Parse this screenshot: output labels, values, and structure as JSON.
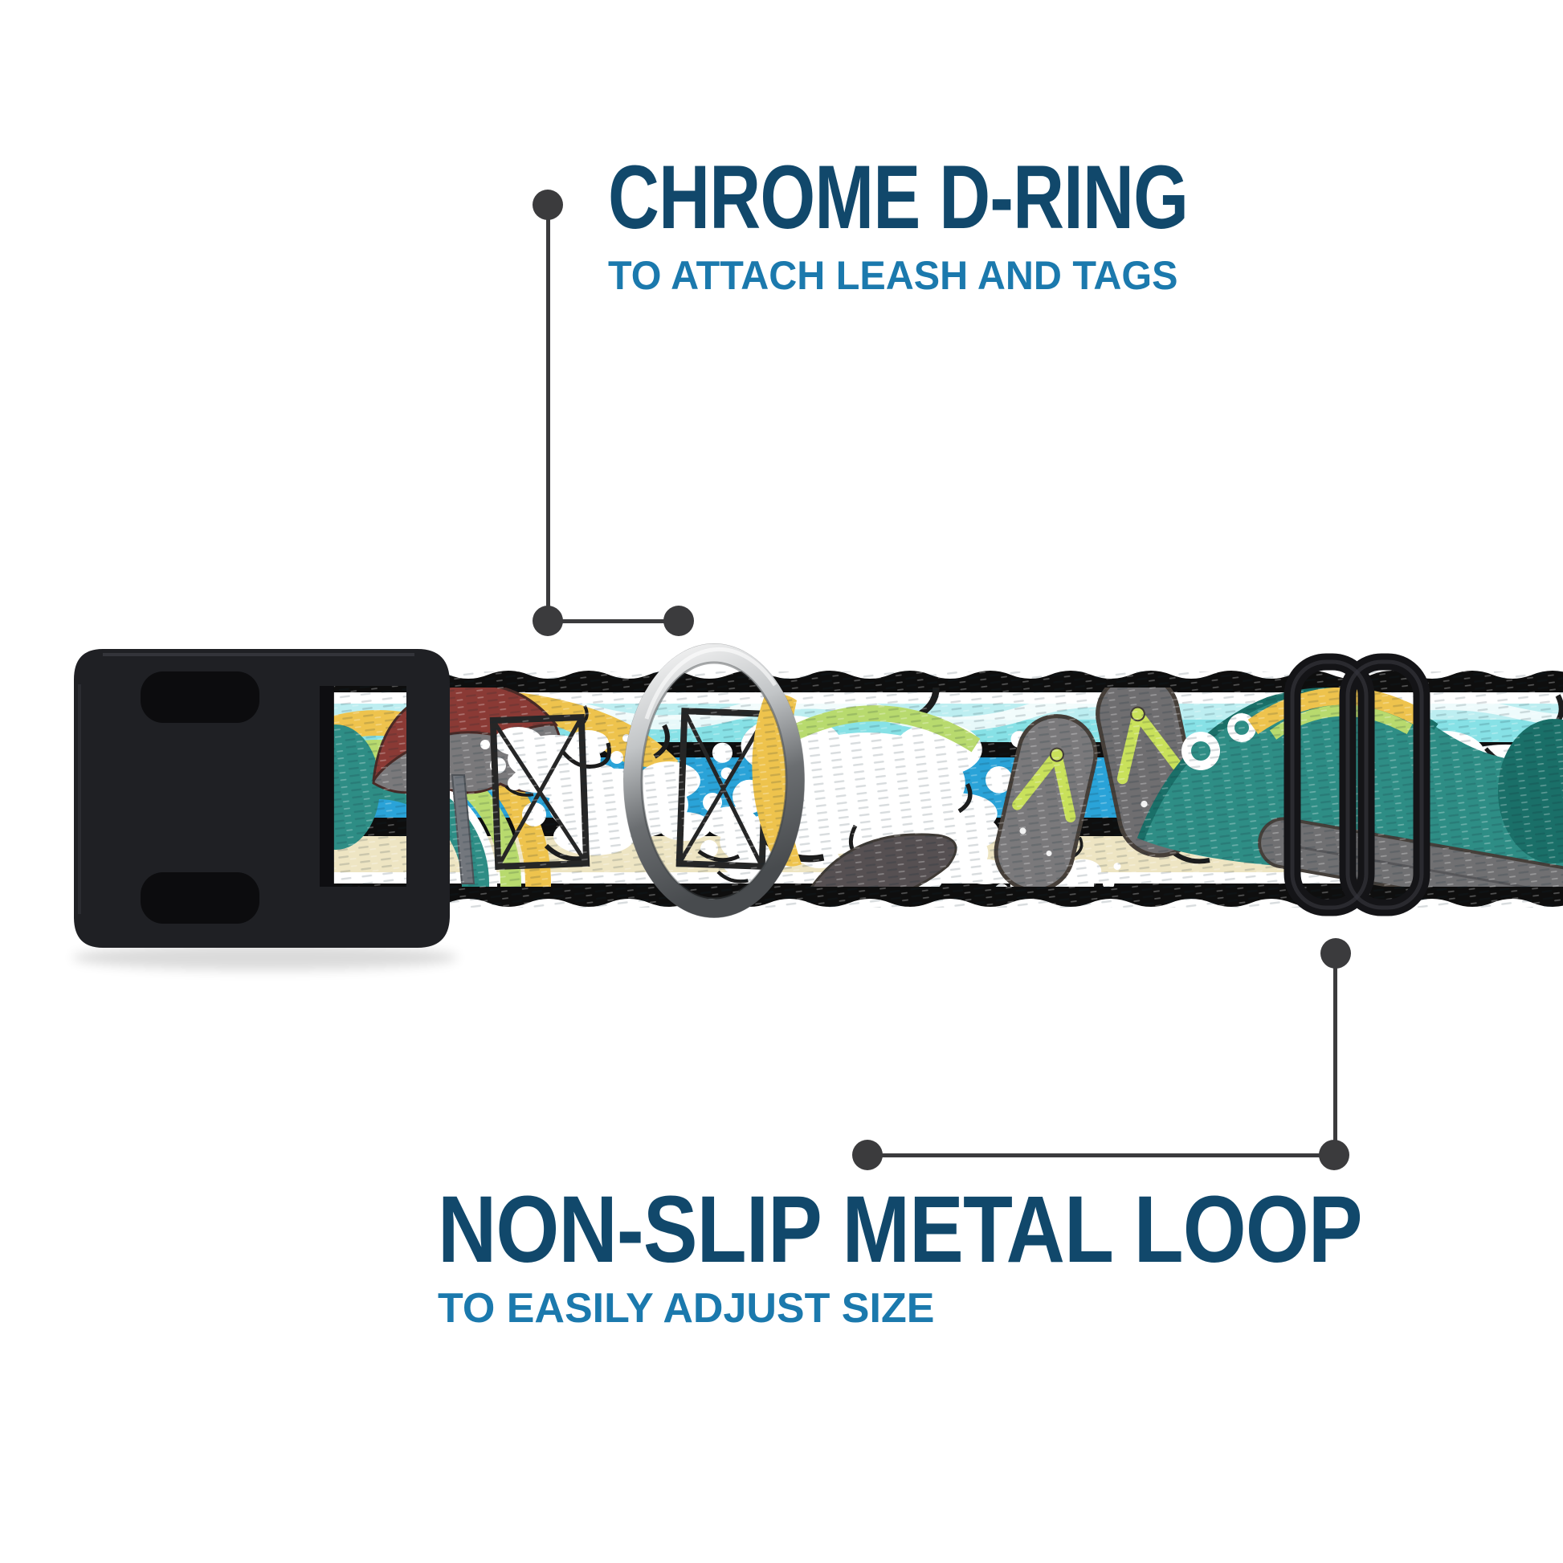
{
  "callouts": {
    "top": {
      "title": "CHROME D-RING",
      "subtitle": "TO ATTACH LEASH AND TAGS"
    },
    "bottom": {
      "title": "NON-SLIP METAL LOOP",
      "subtitle": "TO EASILY ADJUST SIZE"
    }
  },
  "colors": {
    "background": "#ffffff",
    "title": "#11486b",
    "subtitle": "#1b79ad",
    "leader": "#3b3b3d",
    "plastic": "#1f2024",
    "plastic_dark": "#0c0c0e",
    "chrome_light": "#f7f7f7",
    "chrome_mid": "#c2c5c7",
    "chrome_dark": "#6b6e71",
    "chrome_deep": "#484b4e",
    "aqua": "#87e1e6",
    "aqua_light": "#bdeef1",
    "water": "#2aa3d8",
    "sand": "#eee5c3",
    "stripe": "#0e0e0e",
    "teal": "#2e8d85",
    "teal_dark": "#1a6f68",
    "yellow": "#eec34d",
    "green": "#b8da6e",
    "red": "#8a3a35",
    "gray": "#7a797b",
    "gray_dark": "#565052",
    "lime": "#c9e15b",
    "sketch": "#262626"
  }
}
